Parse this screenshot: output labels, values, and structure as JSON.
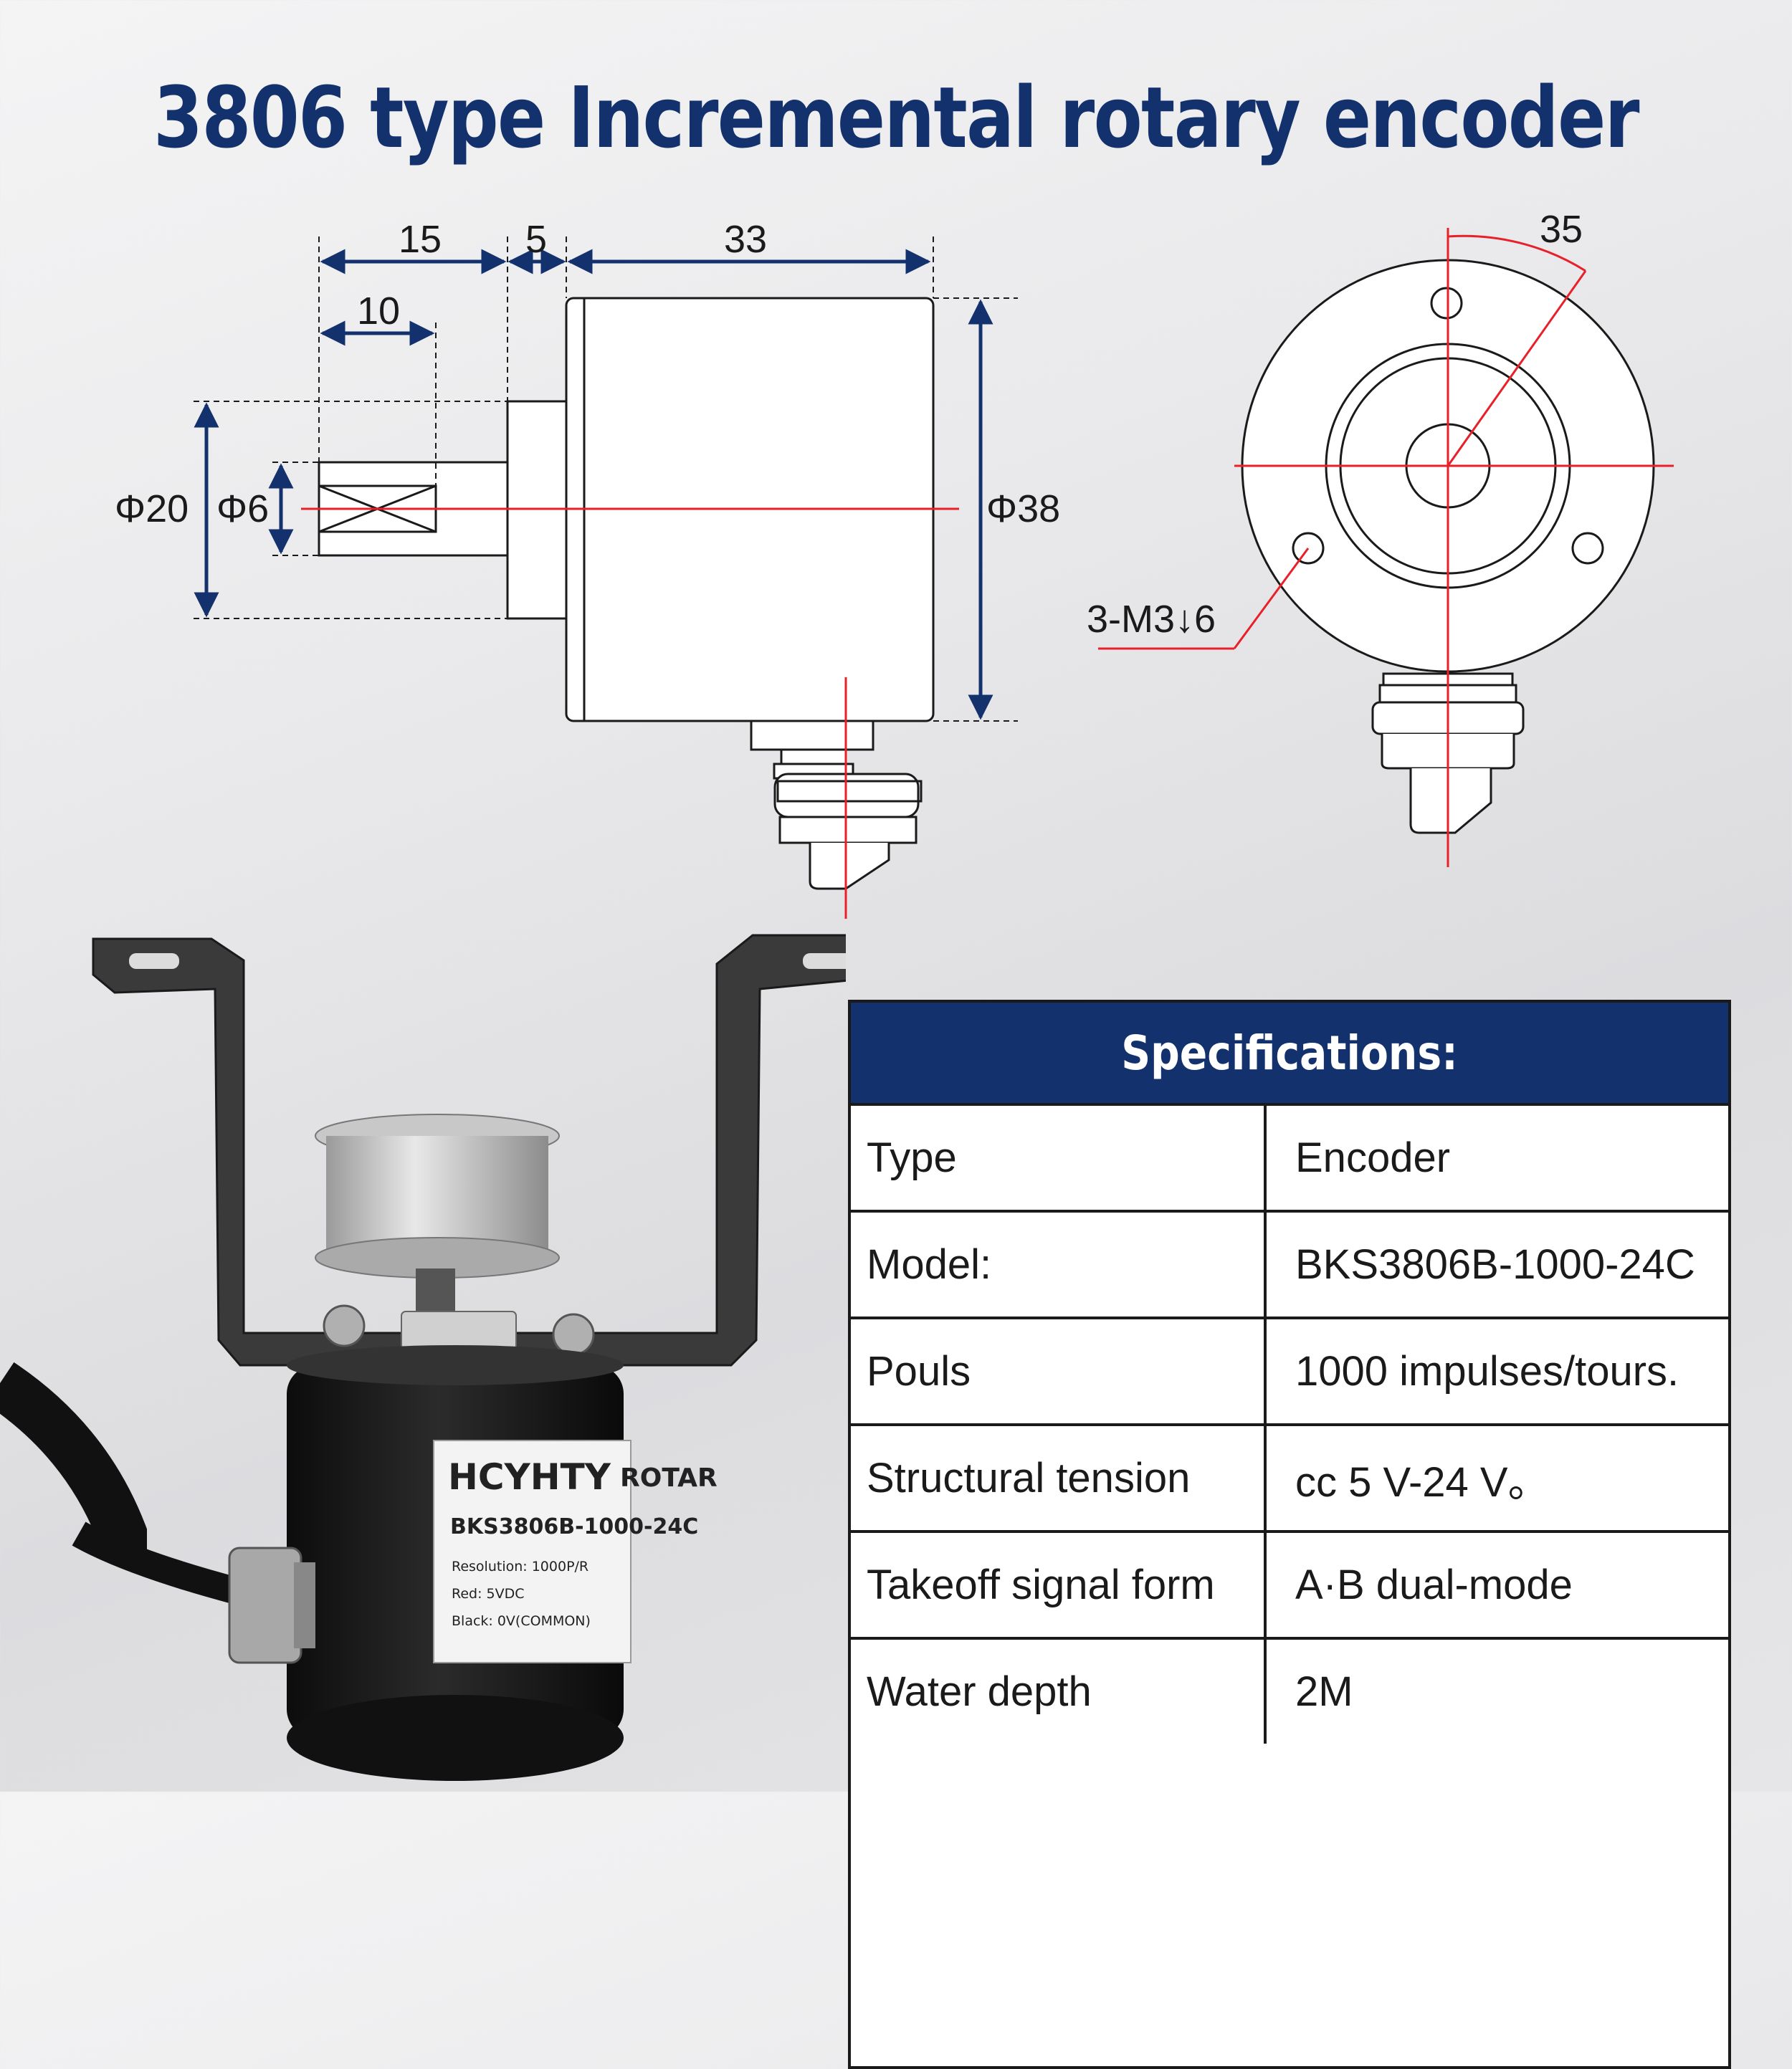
{
  "title": "3806 type Incremental rotary encoder",
  "side_view": {
    "dims": {
      "shaft_length": "15",
      "flat_length": "10",
      "boss_length": "5",
      "body_length": "33",
      "boss_diameter": "Φ20",
      "shaft_diameter": "Φ6",
      "body_diameter": "Φ38"
    }
  },
  "front_view": {
    "dims": {
      "pitch_circle": "35",
      "mount_holes": "3-M3↓6"
    }
  },
  "product_label": {
    "brand": "HCYHTY",
    "type_text": "ROTAR",
    "model": "BKS3806B-1000-24C",
    "resolution": "Resolution: 1000P/R",
    "red": "Red:   5VDC",
    "black": "Black: 0V(COMMON)"
  },
  "specs": {
    "title": "Specifications:",
    "rows": [
      {
        "label": "Type",
        "value": "Encoder"
      },
      {
        "label": "Model:",
        "value": "BKS3806B-1000-24C"
      },
      {
        "label": "Pouls",
        "value": "1000 impulses/tours."
      },
      {
        "label": "Structural tension",
        "value": "cc 5 V-24 V。"
      },
      {
        "label": "Takeoff signal form",
        "value": "A·B dual-mode"
      },
      {
        "label": "Water depth",
        "value": "2M"
      }
    ]
  },
  "colors": {
    "title": "#13316d",
    "dimension_arrows": "#13316d",
    "center_lines": "#e8202a",
    "outline": "#1a1a1a"
  }
}
